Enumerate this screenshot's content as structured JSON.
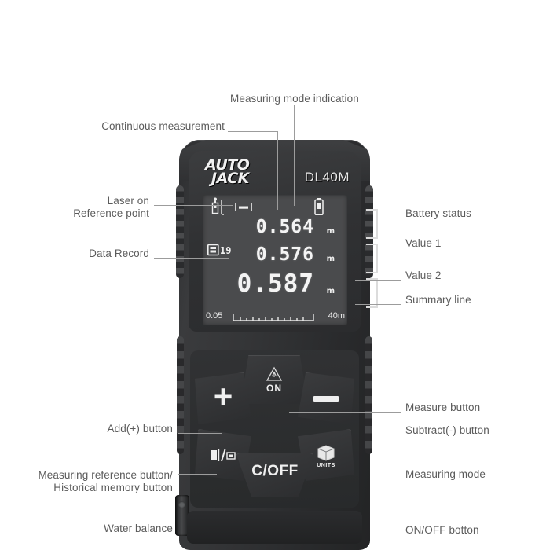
{
  "device": {
    "brand_line1": "AUTO",
    "brand_line2": "JACK",
    "model": "DL40M"
  },
  "display": {
    "value1": "0.564",
    "value2": "0.576",
    "value3": "0.587",
    "unit1": "m",
    "unit2": "m",
    "unit3": "m",
    "scale_min": "0.05",
    "scale_max": "40m",
    "record_count": "19",
    "icons": {
      "laser_on": "laser-on-icon",
      "measuring_mode": "distance-mode-icon",
      "battery": "battery-icon",
      "data_record": "memory-card-icon"
    }
  },
  "keypad": {
    "on_label": "ON",
    "on_icon": "laser-warning-triangle-icon",
    "plus_label": "+",
    "minus_label": "−",
    "reference_icon": "reference-point-icon",
    "units_label": "UNITS",
    "units_icon": "cube-icon",
    "clear_label": "C/OFF"
  },
  "annotations": {
    "continuous_measurement": "Continuous measurement",
    "measuring_mode_indication": "Measuring mode indication",
    "laser_on": "Laser on",
    "reference_point": "Reference point",
    "data_record": "Data Record",
    "battery_status": "Battery status",
    "value1": "Value 1",
    "value2": "Value 2",
    "summary_line": "Summary line",
    "add_button": "Add(+) button",
    "measure_button": "Measure button",
    "subtract_button": "Subtract(-) button",
    "measuring_reference_button_line1": "Measuring reference button/",
    "measuring_reference_button_line2": "Historical memory button",
    "measuring_mode": "Measuring mode",
    "water_balance": "Water balance",
    "on_off_button": "ON/OFF botton"
  },
  "colors": {
    "background": "#ffffff",
    "label_text": "#5b5b5b",
    "leader_line": "#9c9c9c",
    "device_body": "#2f3032",
    "lcd": "#4a4b4d",
    "lcd_text": "#f4f4f4"
  }
}
